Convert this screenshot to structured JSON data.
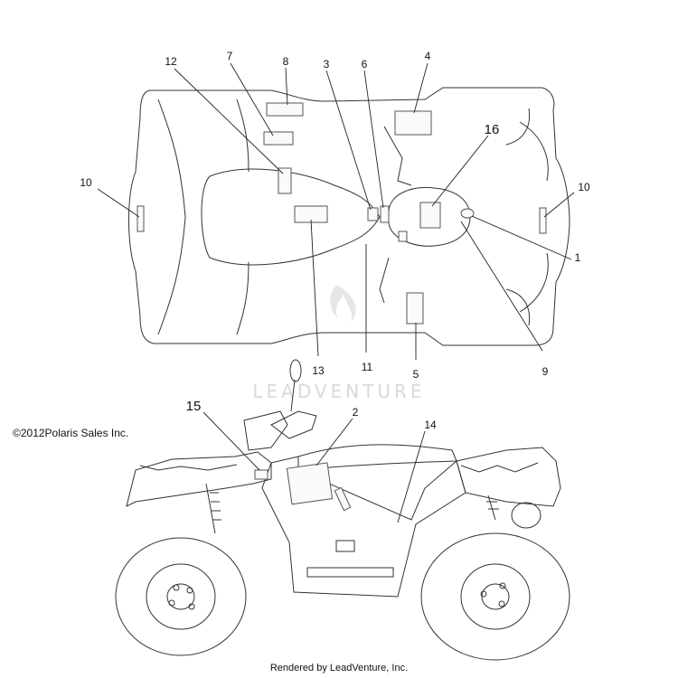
{
  "copyright": "©2012Polaris Sales Inc.",
  "footer": "Rendered by LeadVenture, Inc.",
  "watermark": "LEADVENTURE",
  "callouts": {
    "c1": "1",
    "c2": "2",
    "c3": "3",
    "c4": "4",
    "c5": "5",
    "c6": "6",
    "c7": "7",
    "c8": "8",
    "c9": "9",
    "c10a": "10",
    "c10b": "10",
    "c11": "11",
    "c12": "12",
    "c13": "13",
    "c14": "14",
    "c15": "15",
    "c16": "16"
  },
  "colors": {
    "line": "#333333",
    "label": "#888888",
    "watermark": "#d9d9d9"
  }
}
